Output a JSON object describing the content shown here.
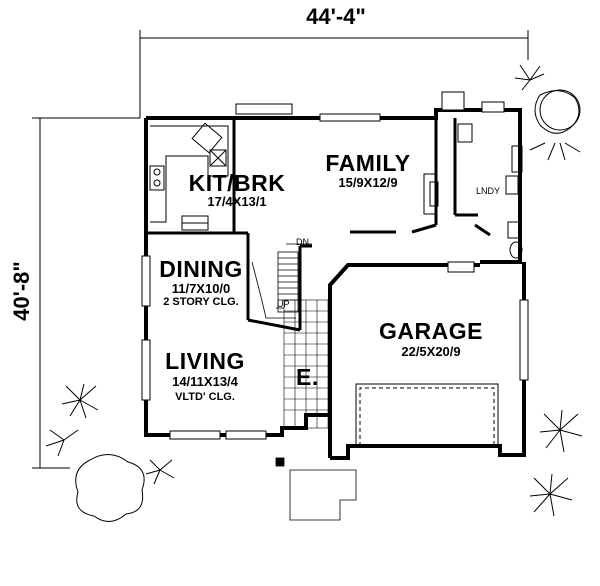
{
  "dimensions": {
    "width": "44'-4\"",
    "depth": "40'-8\""
  },
  "rooms": {
    "kit_brk": {
      "name": "KIT/BRK",
      "size": "17/4X13/1"
    },
    "family": {
      "name": "FAMILY",
      "size": "15/9X12/9"
    },
    "dining": {
      "name": "DINING",
      "size": "11/7X10/0",
      "note": "2 STORY CLG."
    },
    "living": {
      "name": "LIVING",
      "size": "14/11X13/4",
      "note": "VLTD' CLG."
    },
    "garage": {
      "name": "GARAGE",
      "size": "22/5X20/9"
    },
    "entry": {
      "name": "E."
    },
    "laundry": {
      "name": "LNDY"
    }
  },
  "stairs": {
    "down": "DN",
    "up": "UP"
  }
}
